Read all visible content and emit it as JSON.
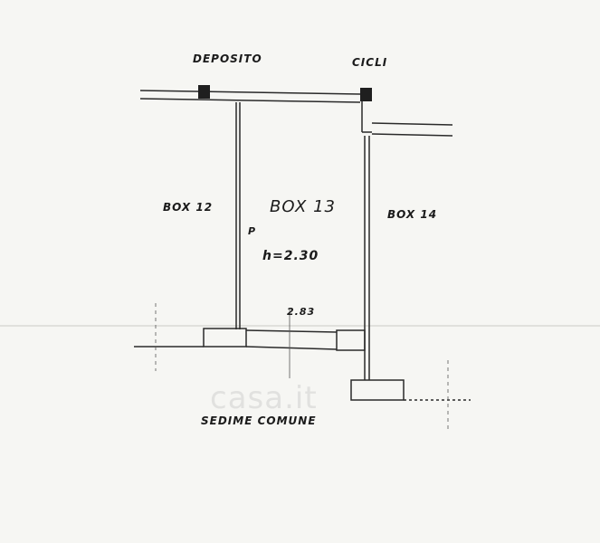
{
  "plan": {
    "labels": {
      "deposito": "DEPOSITO",
      "cicli": "CICLI",
      "box12": "BOX 12",
      "box13": "BOX 13",
      "box14": "BOX 14",
      "height": "h=2.30",
      "sedime": "SEDIME COMUNE",
      "marker": "P",
      "small_code": "2.83"
    },
    "watermark": "casa.it",
    "colors": {
      "ink": "#2a2a2a",
      "paper": "#f6f6f3"
    }
  }
}
